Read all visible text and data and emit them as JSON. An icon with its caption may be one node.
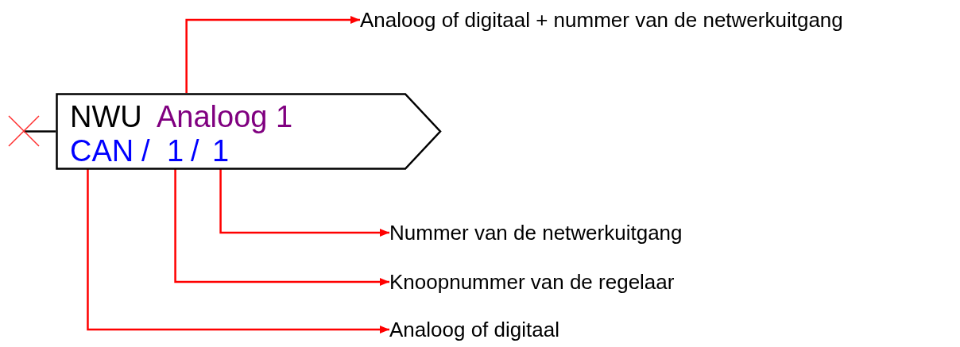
{
  "diagram": {
    "nodes": [
      {
        "text": [
          "NWU"
        ]
      },
      {
        "text": [
          "Analoog 1"
        ],
        "in": 0
      },
      {
        "text": [
          "CAN"
        ],
        "in": 0
      },
      {
        "text": [
          "1"
        ],
        "in": 0
      },
      {
        "text": [
          "1"
        ],
        "in": 0
      },
      {
        "text": [
          "Analoog of digitaal + nummer van de netwerkuitgang"
        ]
      },
      {
        "text": [
          "Nummer van de netwerkuitgang"
        ]
      },
      {
        "text": [
          "Knoopnummer van de regelaar"
        ]
      },
      {
        "text": [
          "Analoog of digitaal"
        ]
      }
    ],
    "edges": [
      {
        "from": null,
        "to": 0,
        "arrow": "none",
        "color": "#000000"
      },
      {
        "from": 1,
        "to": 5,
        "arrow": "to"
      },
      {
        "from": 4,
        "to": 6,
        "arrow": "to"
      },
      {
        "from": 3,
        "to": 7,
        "arrow": "to"
      },
      {
        "from": 2,
        "to": 8,
        "arrow": "to"
      }
    ],
    "labels": [
      "/",
      "/"
    ]
  }
}
